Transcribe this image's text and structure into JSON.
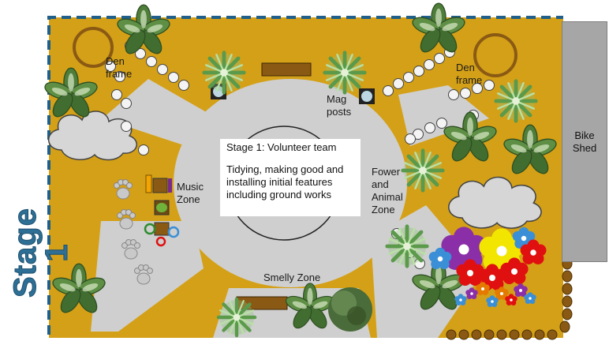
{
  "stage_label": "Stage 1",
  "info_box": {
    "title": "Stage 1: Volunteer team",
    "body": "Tidying, making good and installing initial features including ground works"
  },
  "zones": {
    "den_left": "Den\nframe",
    "den_right": "Den\nframe",
    "mag_posts": "Mag\nposts",
    "music": "Music\nZone",
    "flower_animal": "Fower\nand\nAnimal\nZone",
    "smelly": "Smelly Zone",
    "bike_shed": "Bike\nShed"
  },
  "colors": {
    "ground": "#d4a017",
    "path": "#cfcfcf",
    "border": "#1f5f8b",
    "shed": "#a6a6a6",
    "stage_text": "#2e6f95",
    "bench": "#8a5a14"
  },
  "icons": [
    "leafy-plant-icon",
    "spiky-plant-icon",
    "cloud-icon",
    "flower-icon",
    "paw-print-icon",
    "stepping-stone-icon",
    "log-icon",
    "magnifier-post-icon",
    "den-frame-icon",
    "bench-icon",
    "instrument-icon"
  ]
}
